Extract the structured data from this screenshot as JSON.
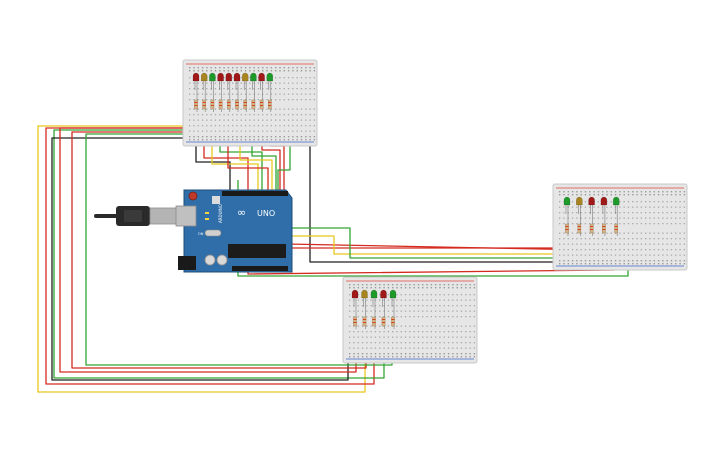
{
  "arduino": {
    "logo": "∞",
    "brand": "ARDUINO",
    "model": "UNO",
    "on_label": "ON"
  },
  "colors": {
    "breadboard": "#e6e6e6",
    "breadboard_edge": "#c8c8c8",
    "rail_red": "#e0463c",
    "rail_blue": "#3c64c8",
    "arduino_board": "#2f6ea8",
    "arduino_dark": "#1d4f7d",
    "wire_black": "#222222",
    "wire_red": "#d42a20",
    "wire_yellow": "#e8c81e",
    "wire_green": "#34a534",
    "led_red": "#a01818",
    "led_yellow": "#a8841e",
    "led_green": "#1e9a2a",
    "resistor": "#d2b48c"
  },
  "breadboards": [
    {
      "name": "breadboard-top",
      "leds": [
        "red",
        "yellow",
        "green",
        "red",
        "red",
        "red",
        "yellow",
        "green",
        "red",
        "green"
      ]
    },
    {
      "name": "breadboard-right",
      "leds": [
        "green",
        "yellow",
        "red",
        "red",
        "green"
      ]
    },
    {
      "name": "breadboard-bottom",
      "leds": [
        "red",
        "yellow",
        "green",
        "red",
        "green"
      ]
    }
  ],
  "usb_cable": {
    "icon": "usb-plug-icon"
  }
}
